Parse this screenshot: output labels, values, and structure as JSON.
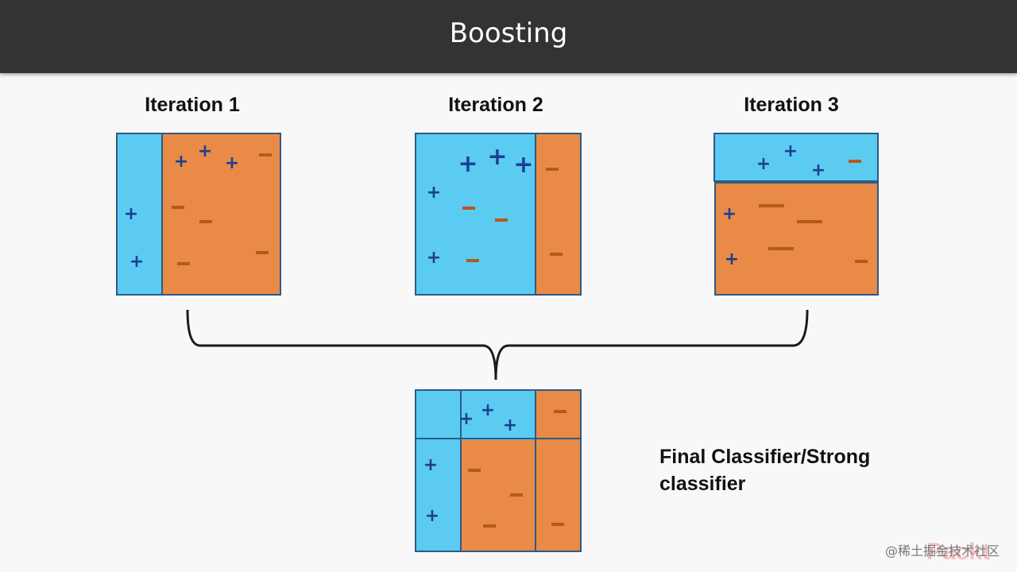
{
  "header": {
    "title": "Boosting"
  },
  "iterations": [
    {
      "label": "Iteration 1"
    },
    {
      "label": "Iteration 2"
    },
    {
      "label": "Iteration 3"
    }
  ],
  "final": {
    "caption_line1": "Final Classifier/Strong",
    "caption_line2": "classifier"
  },
  "symbols": {
    "plus": "+"
  },
  "colors": {
    "positive_region": "#5bcbf2",
    "negative_region": "#e98a47",
    "plus": "#1e3f91",
    "minus": "#b55a18",
    "header_bg": "#333333"
  },
  "watermark": {
    "text": "@稀土掘金技术社区",
    "logo": "Packt"
  }
}
